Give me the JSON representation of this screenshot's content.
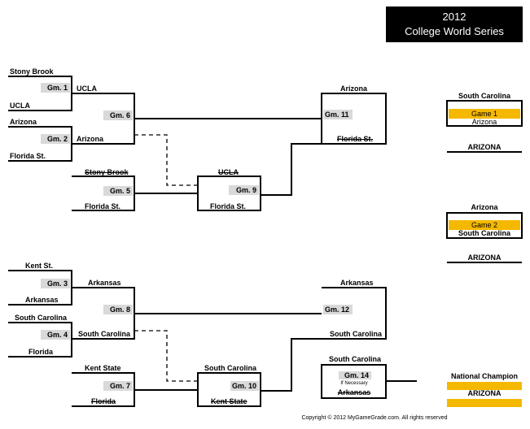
{
  "header": {
    "year": "2012",
    "title": "College World Series"
  },
  "games": {
    "g1": "Gm. 1",
    "g2": "Gm. 2",
    "g3": "Gm. 3",
    "g4": "Gm. 4",
    "g5": "Gm. 5",
    "g6": "Gm. 6",
    "g7": "Gm. 7",
    "g8": "Gm. 8",
    "g9": "Gm. 9",
    "g10": "Gm. 10",
    "g11": "Gm. 11",
    "g12": "Gm. 12",
    "g14": "Gm. 14",
    "g14_note": "If Necessary"
  },
  "teams": {
    "g1_top": "Stony Brook",
    "g1_bot": "UCLA",
    "g2_top": "Arizona",
    "g2_bot": "Florida St.",
    "g6_top": "UCLA",
    "g6_bot": "Arizona",
    "g5_top": "Stony Brook",
    "g5_bot": "Florida St.",
    "g9_top": "UCLA",
    "g9_bot": "Florida St.",
    "g11_top": "Arizona",
    "g11_bot": "Florida St.",
    "g3_top": "Kent St.",
    "g3_bot": "Arkansas",
    "g4_top": "South Carolina",
    "g4_bot": "Florida",
    "g8_top": "Arkansas",
    "g8_bot": "South Carolina",
    "g7_top": "Kent State",
    "g7_bot": "Florida",
    "g10_top": "South Carolina",
    "g10_bot": "Kent State",
    "g12_top": "Arkansas",
    "g12_bot": "South Carolina",
    "g14_top": "South Carolina",
    "g14_bot": "Arkansas"
  },
  "finals": {
    "game1": {
      "top": "South Carolina",
      "label": "Game 1",
      "bot": "Arizona",
      "winner": "ARIZONA"
    },
    "game2": {
      "top": "Arizona",
      "label": "Game 2",
      "bot": "South Carolina",
      "winner": "ARIZONA"
    },
    "champion_label": "National Champion",
    "champion": "ARIZONA"
  },
  "footer": {
    "copyright": "Copyright © 2012 MyGameGrade.com. All rights reserved"
  },
  "colors": {
    "highlight": "#f5b800",
    "game_box": "#d9d9d9",
    "header_bg": "#000000"
  }
}
